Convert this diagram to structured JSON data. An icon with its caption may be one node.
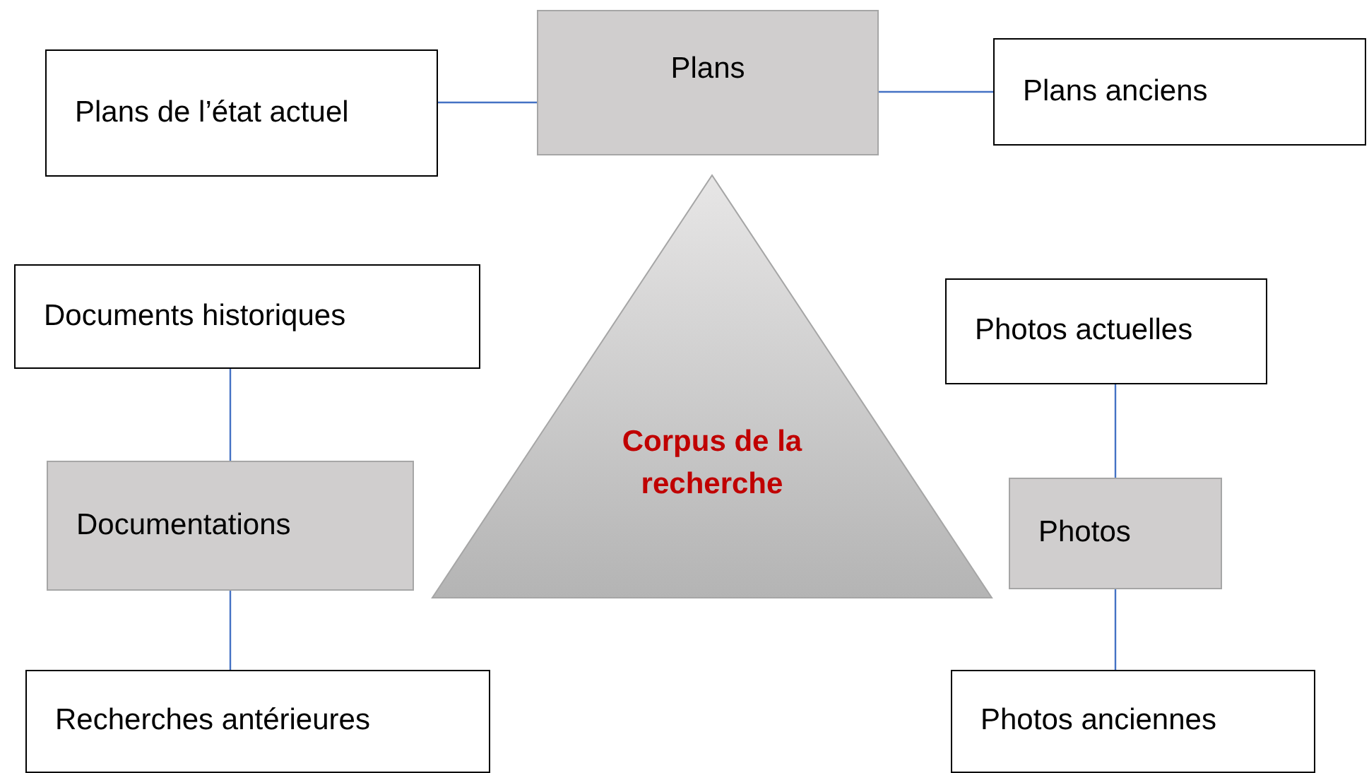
{
  "diagram": {
    "nodes": [
      {
        "text": [
          "Plans de l’état actuel"
        ]
      },
      {
        "text": [
          "Plans"
        ]
      },
      {
        "text": [
          "Plans anciens"
        ]
      },
      {
        "text": [
          "Documents historiques"
        ]
      },
      {
        "text": [
          "Photos actuelles"
        ]
      },
      {
        "text": [
          "Corpus de la recherche"
        ]
      },
      {
        "text": [
          "Documentations"
        ]
      },
      {
        "text": [
          "Photos"
        ]
      },
      {
        "text": [
          "Recherches antérieures"
        ]
      },
      {
        "text": [
          "Photos anciennes"
        ]
      }
    ],
    "edges": [
      {
        "from": 0,
        "to": 1,
        "arrow": "none"
      },
      {
        "from": 1,
        "to": 2,
        "arrow": "none"
      },
      {
        "from": 3,
        "to": 6,
        "arrow": "none"
      },
      {
        "from": 6,
        "to": 8,
        "arrow": "none"
      },
      {
        "from": 4,
        "to": 7,
        "arrow": "none"
      },
      {
        "from": 7,
        "to": 9,
        "arrow": "none"
      }
    ]
  }
}
